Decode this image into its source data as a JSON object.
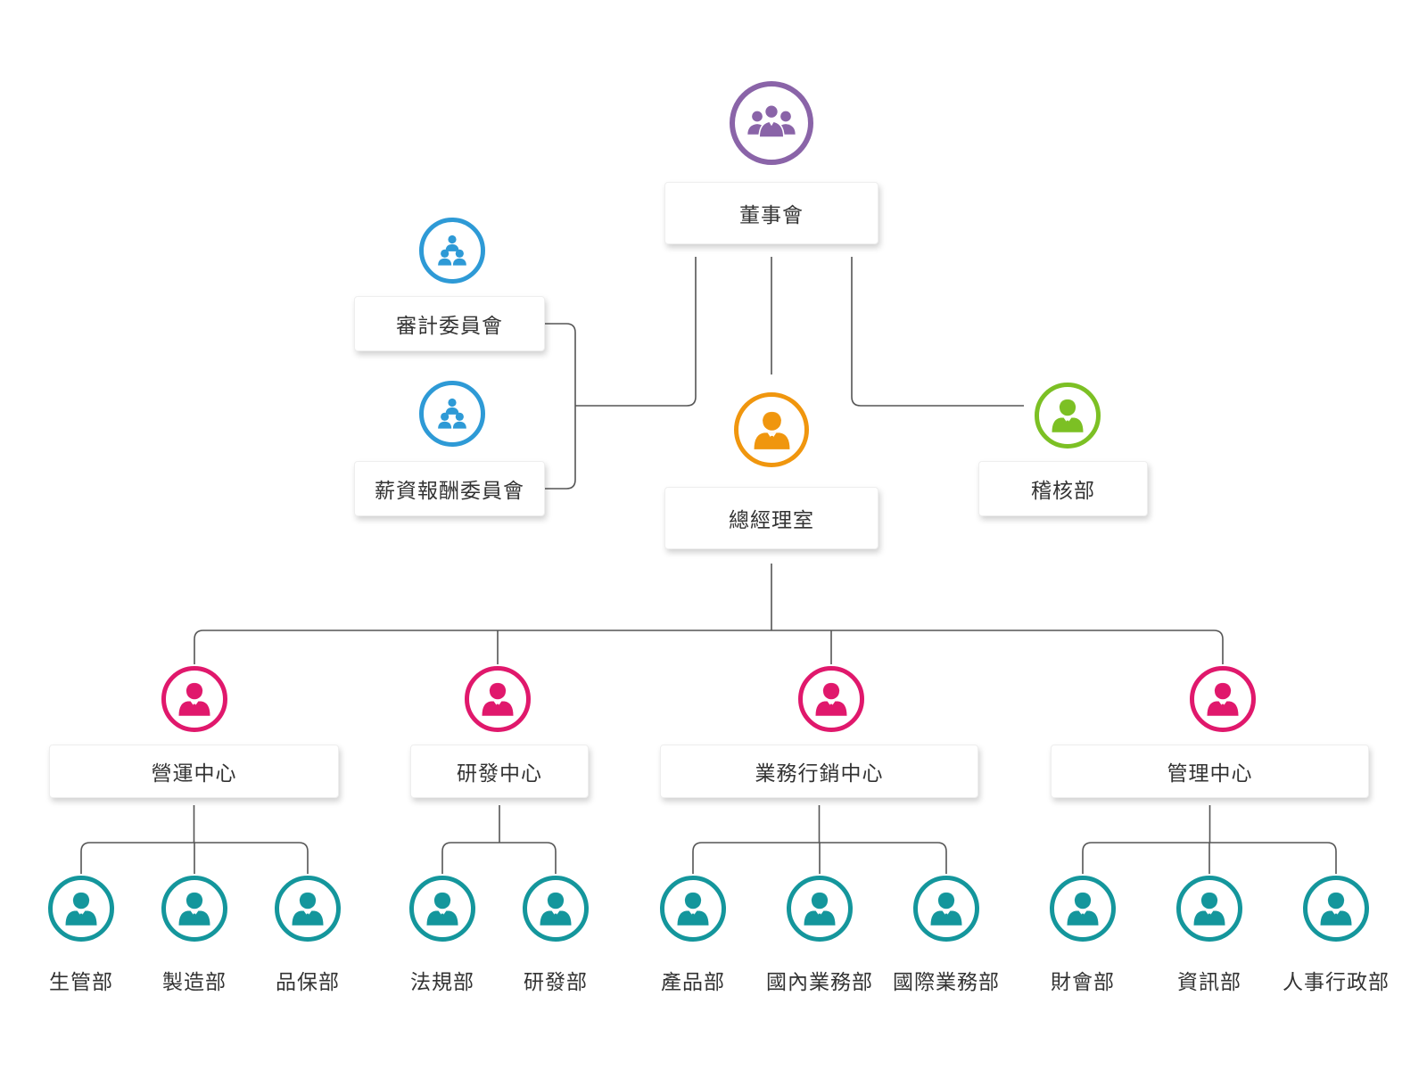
{
  "chart": {
    "board": {
      "label": "董事會",
      "icon": "board-group-icon",
      "color": "#8a64a8"
    },
    "committees": [
      {
        "label": "審計委員會",
        "icon": "committee-group-icon",
        "color": "#2e9ad6"
      },
      {
        "label": "薪資報酬委員會",
        "icon": "committee-group-icon",
        "color": "#2e9ad6"
      }
    ],
    "general_manager": {
      "label": "總經理室",
      "icon": "manager-person-icon",
      "color": "#f0960e"
    },
    "audit": {
      "label": "稽核部",
      "icon": "auditor-person-icon",
      "color": "#7cc024"
    },
    "centers": [
      {
        "label": "營運中心",
        "icon": "person-icon",
        "color": "#e0186c",
        "departments": [
          {
            "label": "生管部"
          },
          {
            "label": "製造部"
          },
          {
            "label": "品保部"
          }
        ]
      },
      {
        "label": "研發中心",
        "icon": "person-icon",
        "color": "#e0186c",
        "departments": [
          {
            "label": "法規部"
          },
          {
            "label": "研發部"
          }
        ]
      },
      {
        "label": "業務行銷中心",
        "icon": "person-icon",
        "color": "#e0186c",
        "departments": [
          {
            "label": "產品部"
          },
          {
            "label": "國內業務部"
          },
          {
            "label": "國際業務部"
          }
        ]
      },
      {
        "label": "管理中心",
        "icon": "person-icon",
        "color": "#e0186c",
        "departments": [
          {
            "label": "財會部"
          },
          {
            "label": "資訊部"
          },
          {
            "label": "人事行政部"
          }
        ]
      }
    ],
    "department_icon": "person-icon",
    "department_color": "#14969c",
    "line_color": "#555555"
  }
}
